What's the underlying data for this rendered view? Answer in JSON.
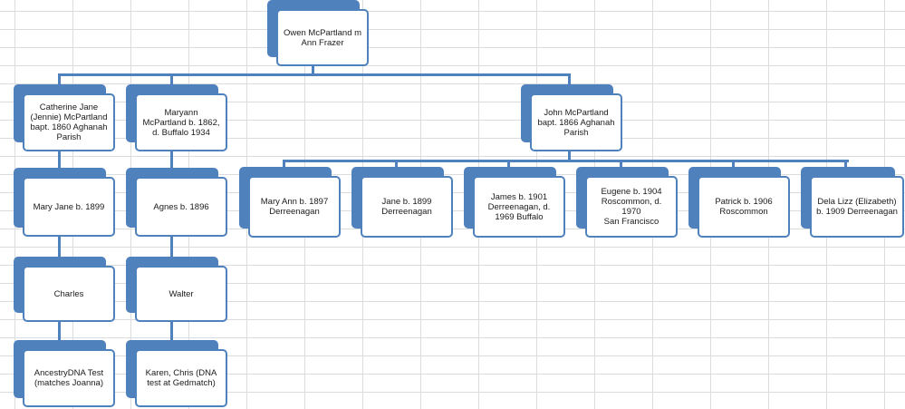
{
  "root": {
    "id": "owen",
    "label": "Owen McPartland m\nAnn Frazer"
  },
  "nodes": [
    {
      "id": "catherine",
      "parent": "owen",
      "label": "Catherine Jane\n(Jennie) McPartland\nbapt. 1860 Aghanah\nParish"
    },
    {
      "id": "maryann_senior",
      "parent": "owen",
      "label": "Maryann\nMcPartland b. 1862,\nd. Buffalo 1934"
    },
    {
      "id": "john",
      "parent": "owen",
      "label": "John McPartland\nbapt. 1866 Aghanah\nParish"
    },
    {
      "id": "maryjane",
      "parent": "catherine",
      "label": "Mary Jane b. 1899"
    },
    {
      "id": "charles",
      "parent": "maryjane",
      "label": "Charles"
    },
    {
      "id": "ancestry",
      "parent": "charles",
      "label": "AncestryDNA Test\n(matches Joanna)"
    },
    {
      "id": "agnes",
      "parent": "maryann_senior",
      "label": "Agnes b. 1896"
    },
    {
      "id": "walter",
      "parent": "agnes",
      "label": "Walter"
    },
    {
      "id": "karen",
      "parent": "walter",
      "label": "Karen, Chris (DNA\ntest at Gedmatch)"
    },
    {
      "id": "maryann",
      "parent": "john",
      "label": "Mary Ann b. 1897\nDerreenagan"
    },
    {
      "id": "jane",
      "parent": "john",
      "label": "Jane b. 1899\nDerreenagan"
    },
    {
      "id": "james",
      "parent": "john",
      "label": "James b. 1901\nDerreenagan, d.\n1969 Buffalo"
    },
    {
      "id": "eugene",
      "parent": "john",
      "label": "Eugene b. 1904\nRoscommon, d. 1970\nSan Francisco"
    },
    {
      "id": "patrick",
      "parent": "john",
      "label": "Patrick b. 1906\nRoscommon"
    },
    {
      "id": "dela",
      "parent": "john",
      "label": "Dela Lizz (Elizabeth)\nb. 1909 Derreenagan"
    }
  ],
  "colors": {
    "accent": "#4f81bd",
    "grid": "#dadcdd"
  }
}
